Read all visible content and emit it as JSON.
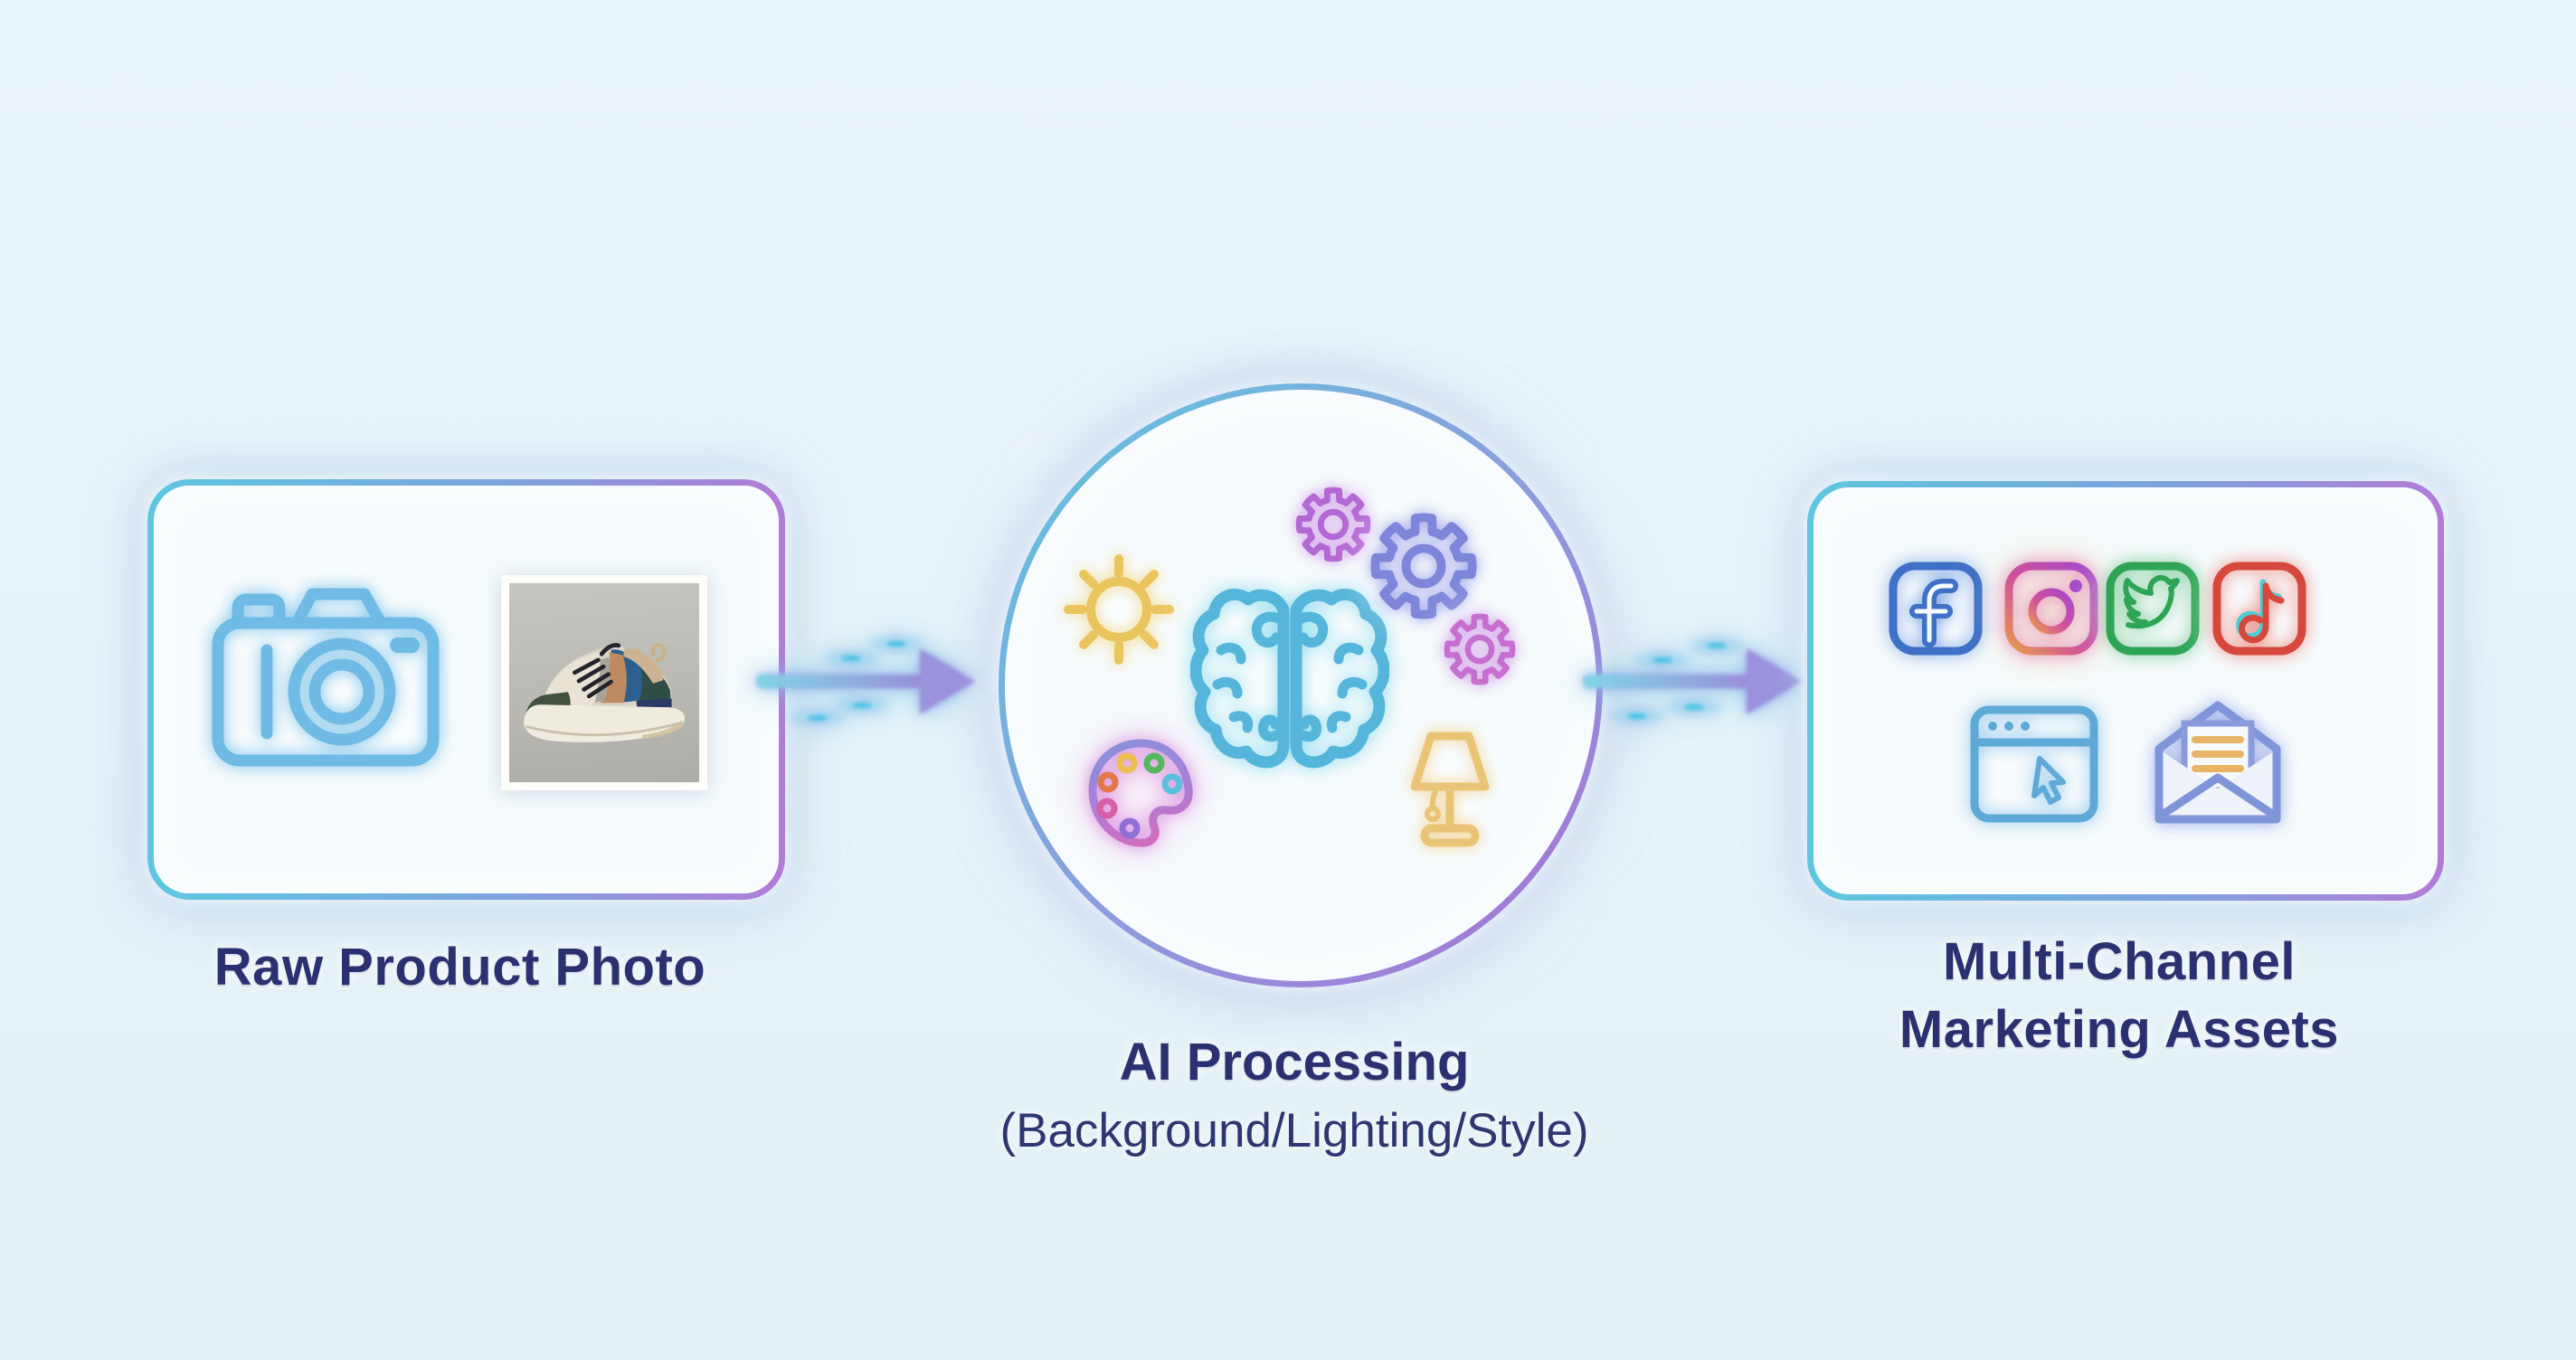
{
  "diagram": {
    "background_color": "#e6f2f7",
    "label_text_color": "#2b3170",
    "stages": [
      {
        "name": "input",
        "shape": "rounded-rectangle",
        "label": "Raw Product Photo",
        "icons": [
          "camera-icon",
          "sneaker-product-photo"
        ]
      },
      {
        "name": "processing",
        "shape": "circle",
        "label": "AI Processing",
        "sublabel": "(Background/Lighting/Style)",
        "icons": [
          "sun-icon",
          "brain-icon",
          "gear-icon",
          "gear-icon",
          "gear-icon",
          "palette-icon",
          "lamp-icon"
        ]
      },
      {
        "name": "output",
        "shape": "rounded-rectangle",
        "label": "Multi-Channel Marketing Assets",
        "icons": [
          "facebook-icon",
          "instagram-icon",
          "twitter-icon",
          "tiktok-icon",
          "browser-icon",
          "email-icon"
        ]
      }
    ],
    "connectors": [
      {
        "type": "arrow-right",
        "from": "input",
        "to": "processing"
      },
      {
        "type": "arrow-right",
        "from": "processing",
        "to": "output"
      }
    ],
    "colors": {
      "node_border_gradient": [
        "#5ec7e0",
        "#b27bd8"
      ],
      "arrow_gradient": [
        "#7fd4e6",
        "#9b8cd8"
      ],
      "camera": "#6fbbe5",
      "brain": "#55b5da",
      "sun": "#eac45d",
      "lamp": "#e9c477",
      "gear_magenta": "#b468d3",
      "gear_periwinkle": "#7d86da",
      "gear_pink": "#c76fd0",
      "palette_outline": [
        "#8b8fdb",
        "#d06ec0"
      ],
      "facebook": "#3f71c6",
      "instagram": [
        "#e79b4f",
        "#d0519c",
        "#a348c8"
      ],
      "twitter": "#2ea456",
      "tiktok": "#d6483c",
      "tiktok_accent": "#4ecdd4",
      "browser": "#5fa9d8",
      "email": "#8095d9",
      "email_letter_lines": "#e9b465"
    }
  }
}
